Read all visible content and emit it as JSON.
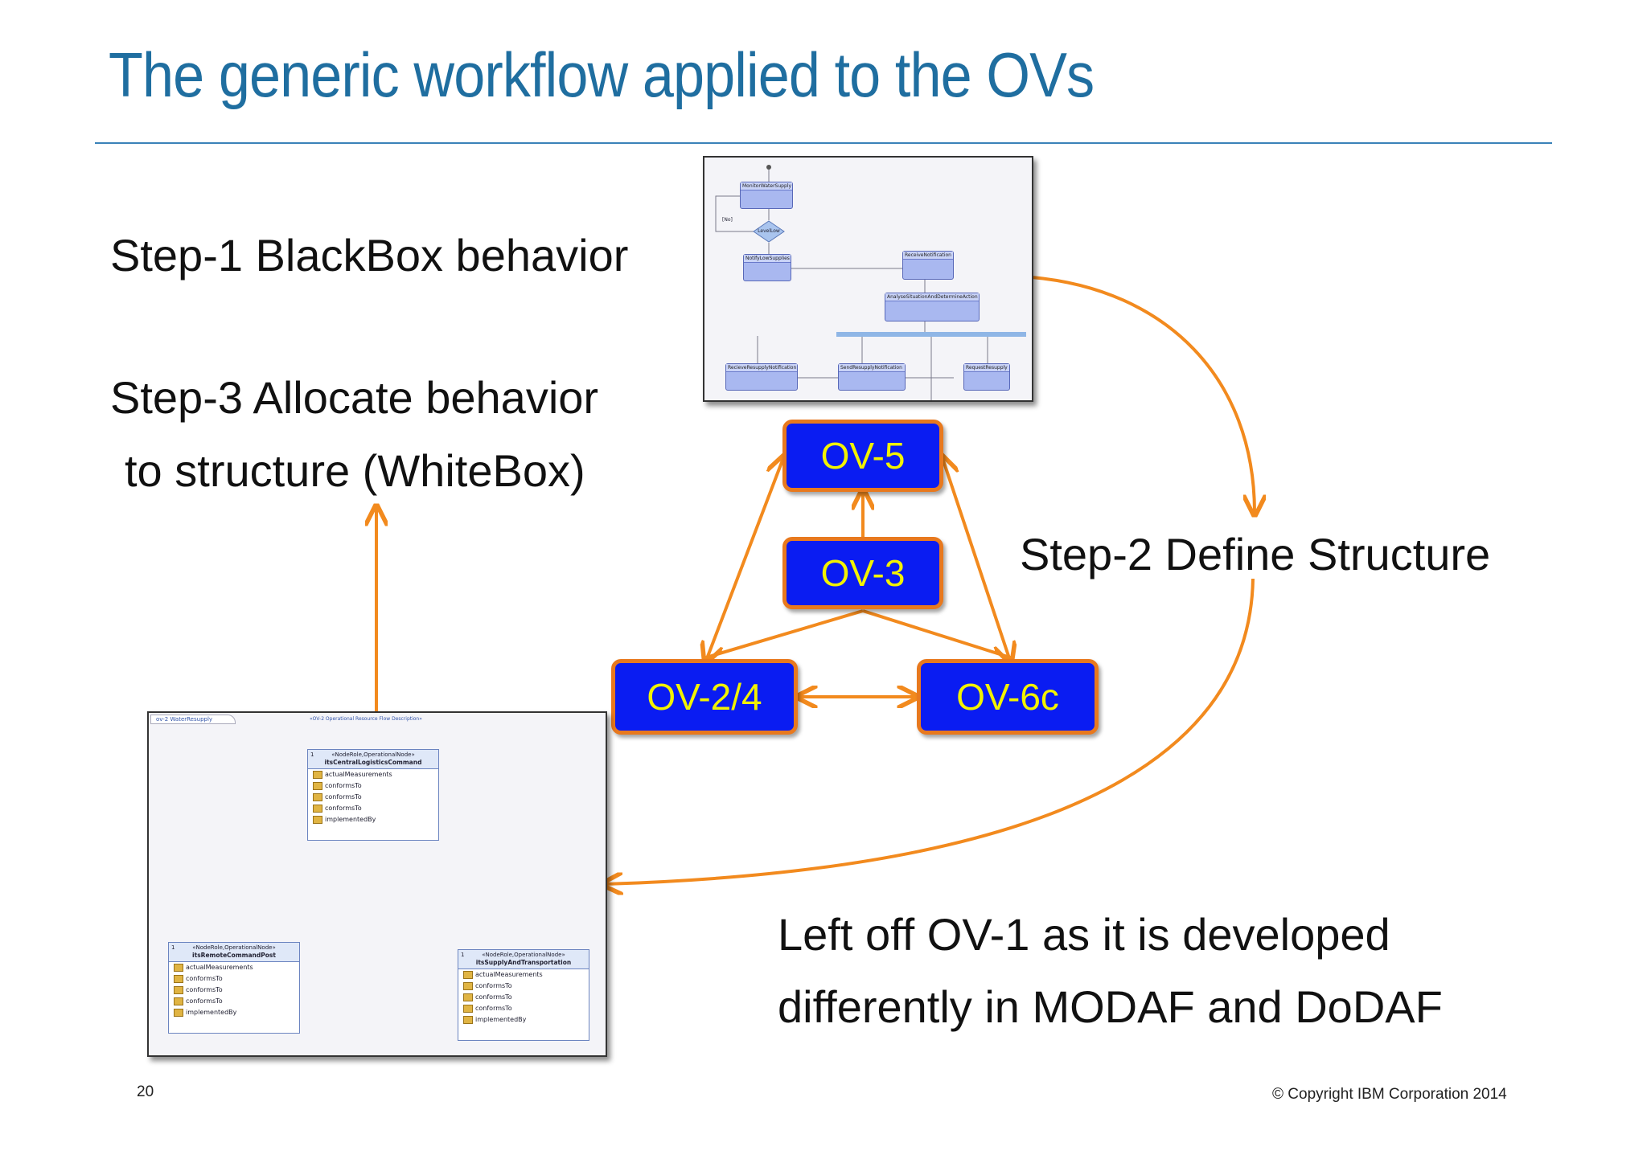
{
  "title": "The generic workflow applied to the OVs",
  "steps": {
    "step1": "Step-1 BlackBox behavior",
    "step3_line1": "Step-3 Allocate behavior",
    "step3_line2": "to structure (WhiteBox)",
    "step2": "Step-2 Define Structure"
  },
  "note": {
    "line1": "Left off OV-1 as it is developed",
    "line2": "differently in MODAF and DoDAF"
  },
  "ov_boxes": {
    "ov5": "OV-5",
    "ov3": "OV-3",
    "ov24": "OV-2/4",
    "ov6c": "OV-6c"
  },
  "activity_diagram": {
    "nodes": {
      "monitor": "MonitorWaterSupply",
      "level": "LevelLow",
      "no_guard": "[No]",
      "notify": "NotifyLowSupplies",
      "receive": "ReceiveNotification",
      "analyse": "AnalyseSituationAndDetermineAction",
      "recieve_resupply": "RecieveResupplyNotification",
      "send_resupply": "SendResupplyNotification",
      "request_resupply": "RequestResupply"
    }
  },
  "ov2_diagram": {
    "tab": "ov-2 WaterResupply",
    "caption": "«OV-2 Operational Resource Flow Description»",
    "stereotype": "«NodeRole,OperationalNode»",
    "multiplicity": "1",
    "blocks": {
      "central": {
        "name": "itsCentralLogisticsCommand",
        "rows": [
          "actualMeasurements",
          "conformsTo",
          "conformsTo",
          "conformsTo",
          "implementedBy"
        ]
      },
      "remote": {
        "name": "itsRemoteCommandPost",
        "rows": [
          "actualMeasurements",
          "conformsTo",
          "conformsTo",
          "conformsTo",
          "implementedBy"
        ]
      },
      "supply": {
        "name": "itsSupplyAndTransportation",
        "rows": [
          "actualMeasurements",
          "conformsTo",
          "conformsTo",
          "conformsTo",
          "implementedBy"
        ]
      }
    }
  },
  "footer": {
    "page_number": "20",
    "copyright": "© Copyright IBM Corporation 2014"
  },
  "colors": {
    "title": "#1f6ea0",
    "arrow": "#f28a1e",
    "ov_fill": "#0a1cf2",
    "ov_text": "#f2f200",
    "ov_border": "#e8791e"
  }
}
